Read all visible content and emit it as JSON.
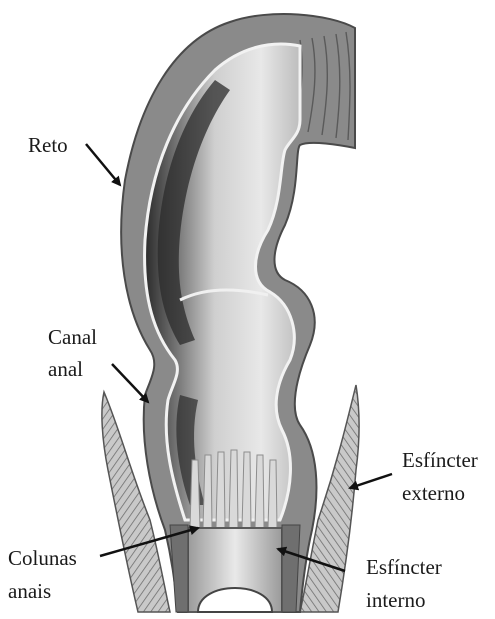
{
  "labels": {
    "reto": "Reto",
    "canal_anal_line1": "Canal",
    "canal_anal_line2": "anal",
    "colunas_line1": "Colunas",
    "colunas_line2": "anais",
    "esf_ext_line1": "Esfíncter",
    "esf_ext_line2": "externo",
    "esf_int_line1": "Esfíncter",
    "esf_int_line2": "interno"
  },
  "colors": {
    "background": "#ffffff",
    "wall": "#8a8a8a",
    "wall_dark": "#5a5a5a",
    "lumen_light": "#e6e6e6",
    "lumen_mid": "#b5b5b5",
    "lumen_dark": "#2e2e2e",
    "arrow": "#111111",
    "text": "#1a1a1a"
  }
}
